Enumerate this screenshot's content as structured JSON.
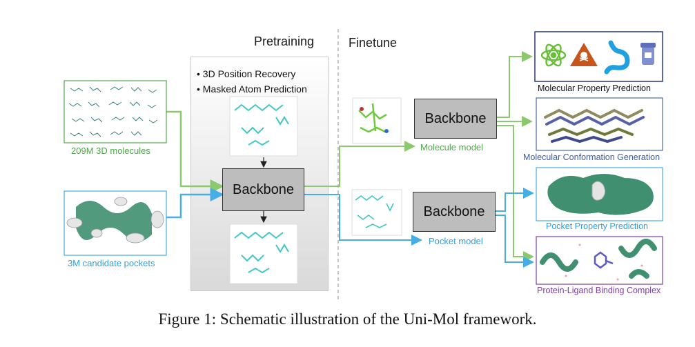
{
  "headings": {
    "pretraining": "Pretraining",
    "finetune": "Finetune"
  },
  "pretrain_tasks": [
    "3D Position Recovery",
    "Masked Atom Prediction"
  ],
  "backbone_label": "Backbone",
  "datasets": {
    "molecules": "209M 3D molecules",
    "pockets": "3M candidate pockets"
  },
  "models": {
    "molecule": "Molecule model",
    "pocket": "Pocket model"
  },
  "tasks": {
    "property": "Molecular Property Prediction",
    "conformation": "Molecular Conformation Generation",
    "pocket_property": "Pocket Property Prediction",
    "binding": "Protein-Ligand Binding Complex"
  },
  "caption": "Figure 1: Schematic illustration of the Uni-Mol framework.",
  "colors": {
    "green": "#8cc86e",
    "blue": "#45aee6",
    "purple": "#7a3fa0",
    "navy": "#27357a",
    "teal": "#3b8a6e"
  }
}
